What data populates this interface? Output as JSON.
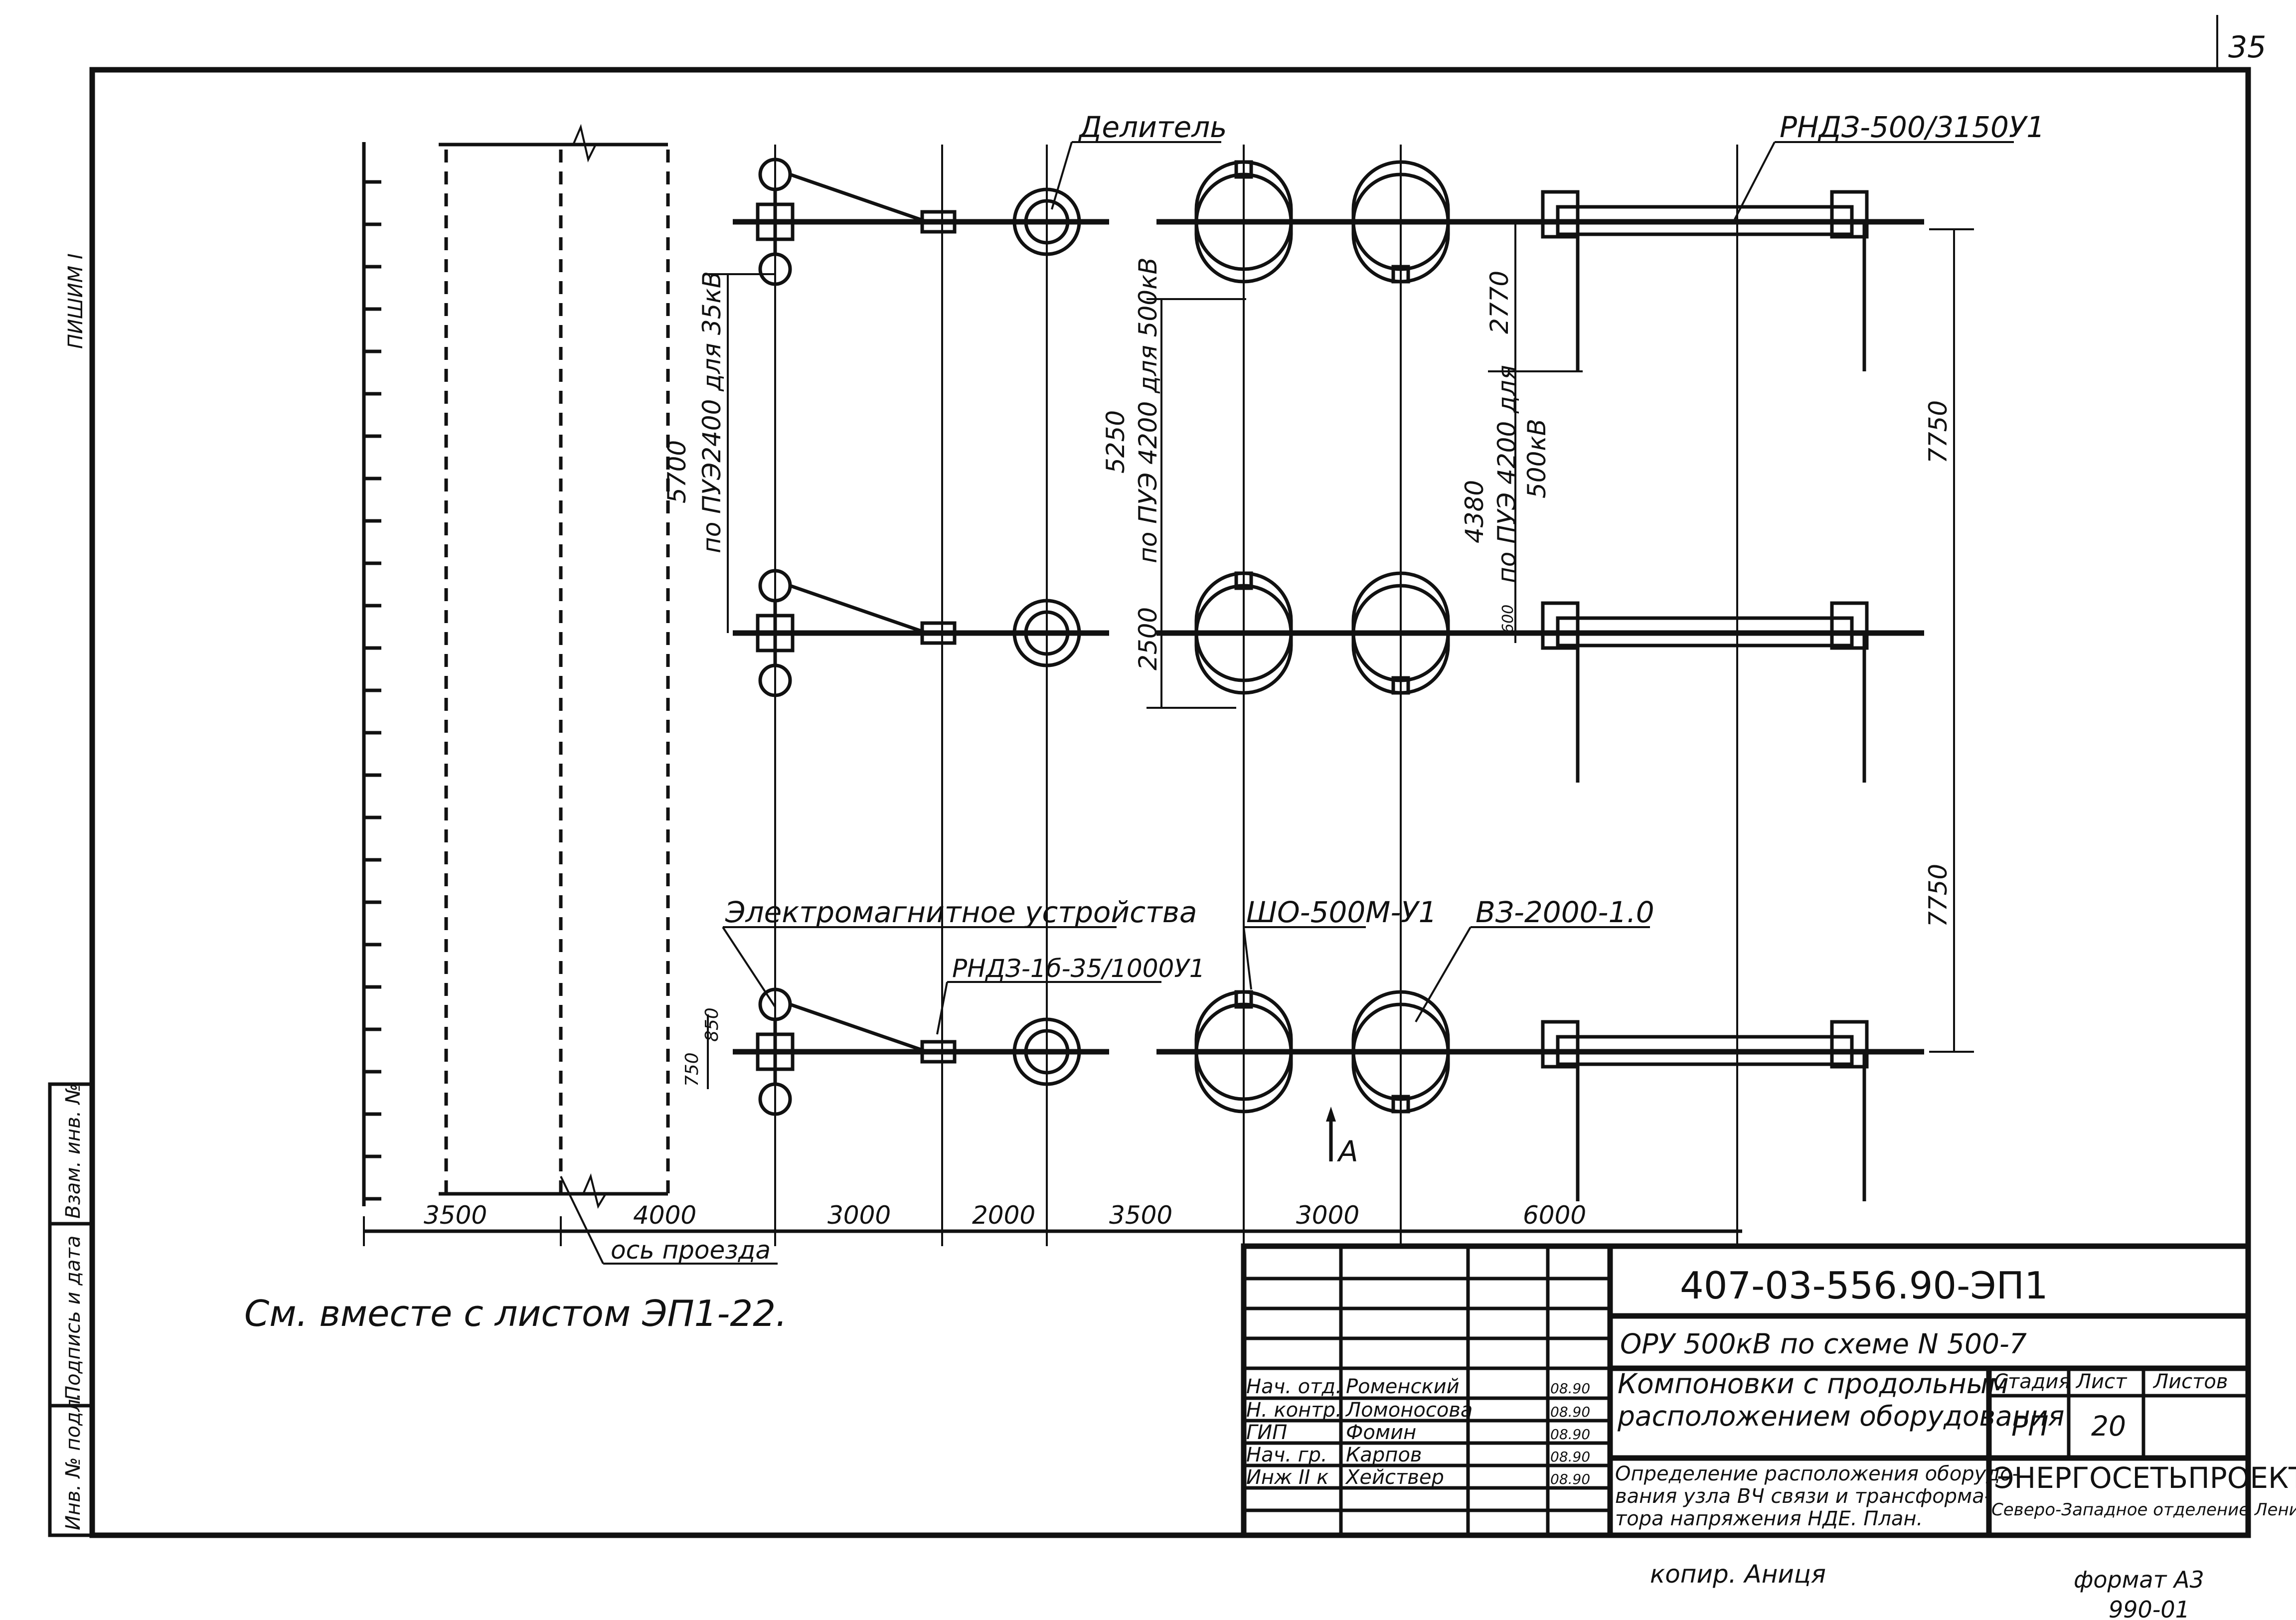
{
  "sheet": {
    "page_number": "35",
    "drawing_code": "407-03-556.90-ЭП1",
    "object": "ОРУ 500кВ по схеме N 500-7",
    "title": "Компоновки с продольным расположением оборудования",
    "subtitle": "Определение расположения оборудования узла ВЧ связи и трансформатора напряжения НДЕ. План.",
    "organization": "ЭНЕРГОСЕТЬПРОЕКТ",
    "branch": "Северо-Западное отделение Ленинград",
    "stage_header": "Стадия",
    "sheet_header": "Лист",
    "sheets_header": "Листов",
    "stage": "РП",
    "sheet_no": "20",
    "see_also": "См. вместе с листом ЭП1-22.",
    "copied_by": "копир. Аниця",
    "format": "формат А3",
    "bottom_corner": "990-01"
  },
  "signatures": [
    {
      "role": "Нач. отд.",
      "name": "Роменский",
      "date": "08.90"
    },
    {
      "role": "Н. контр.",
      "name": "Ломоносова",
      "date": "08.90"
    },
    {
      "role": "ГИП",
      "name": "Фомин",
      "date": "08.90"
    },
    {
      "role": "Нач. гр.",
      "name": "Карпов",
      "date": "08.90"
    },
    {
      "role": "Инж II к",
      "name": "Хействер",
      "date": "08.90"
    }
  ],
  "margin_stamp": {
    "inv_orig": "Инв. № подл.",
    "sign_date": "Подпись и дата",
    "inv_replace": "Взам. инв. №",
    "top_fragment": "ПИШИМ I"
  },
  "labels": {
    "divider": "Делитель",
    "rnd_500": "РНДЗ-500/3150У1",
    "em_device": "Электромагнитное устройства",
    "rnd_35": "РНДЗ-1б-35/1000У1",
    "shd": "ШО-500М-У1",
    "vz": "ВЗ-2000-1.0",
    "axis_drive": "ось проезда",
    "view_a": "А"
  },
  "dimensions": {
    "bottom": [
      "3500",
      "4000",
      "3000",
      "2000",
      "3500",
      "3000",
      "6000"
    ],
    "v_5700": "5700",
    "v_5700_note": "по ПУЭ2400 для 35кВ",
    "v_5250": "5250",
    "v_5250_note": "по ПУЭ 4200 для 500кВ",
    "v_2770": "2770",
    "v_4380": "4380",
    "v_4380_note": "по ПУЭ 4200 для",
    "v_4380_note2": "500кВ",
    "v_600": "600",
    "v_2500": "2500",
    "v_7750_a": "7750",
    "v_7750_b": "7750",
    "v_750": "750",
    "v_850": "850"
  }
}
